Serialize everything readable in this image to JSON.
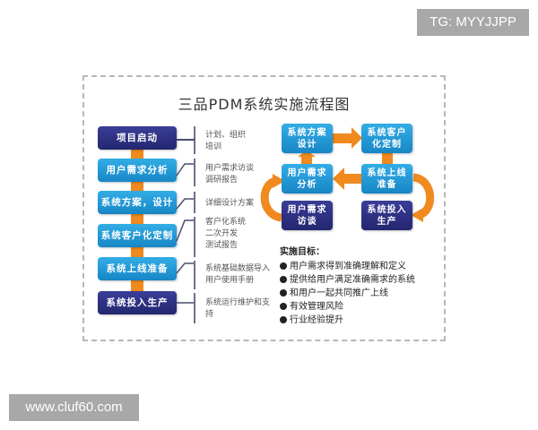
{
  "watermarks": {
    "top_right": "TG: MYYJJPP",
    "bottom_left": "www.cluf60.com"
  },
  "diagram": {
    "title": "三品PDM系统实施流程图",
    "colors": {
      "navy": "#272B7E",
      "blue": "#1C8ED0",
      "orange": "#F08A1E",
      "frame_border": "#B8B8B8"
    },
    "steps": [
      {
        "label": "项目启动",
        "style": "navy",
        "notes": [
          "计划、组织",
          "培训"
        ]
      },
      {
        "label": "用户需求分析",
        "style": "blue",
        "notes": [
          "用户需求访谈",
          "调研报告"
        ]
      },
      {
        "label": "系统方案，设计",
        "style": "blue",
        "notes": [
          "详细设计方案"
        ]
      },
      {
        "label": "系统客户化定制",
        "style": "blue",
        "notes": [
          "客户化系统",
          "二次开发",
          "测试报告"
        ]
      },
      {
        "label": "系统上线准备",
        "style": "blue",
        "notes": [
          "系统基础数据导入",
          "用户使用手册"
        ]
      },
      {
        "label": "系统投入生产",
        "style": "navy",
        "notes": [
          "系统运行维护和支",
          "持"
        ]
      }
    ],
    "cycle": {
      "boxes": [
        {
          "id": "design",
          "label": "系统方案\n设计",
          "line1": "系统方案",
          "line2": "设计",
          "style": "blue"
        },
        {
          "id": "custom",
          "label": "系统客户\n化定制",
          "line1": "系统客户",
          "line2": "化定制",
          "style": "blue"
        },
        {
          "id": "analysis",
          "label": "用户需求\n分析",
          "line1": "用户需求",
          "line2": "分析",
          "style": "blue"
        },
        {
          "id": "golive",
          "label": "系统上线\n准备",
          "line1": "系统上线",
          "line2": "准备",
          "style": "blue"
        },
        {
          "id": "interview",
          "label": "用户需求\n访谈",
          "line1": "用户需求",
          "line2": "访谈",
          "style": "navy"
        },
        {
          "id": "production",
          "label": "系统投入\n生产",
          "line1": "系统投入",
          "line2": "生产",
          "style": "navy"
        }
      ]
    },
    "goals": {
      "heading": "实施目标：",
      "items": [
        "用户需求得到准确理解和定义",
        "提供给用户满足准确需求的系统",
        "和用户一起共同推广上线",
        "有效管理风险",
        "行业经验提升"
      ]
    }
  }
}
